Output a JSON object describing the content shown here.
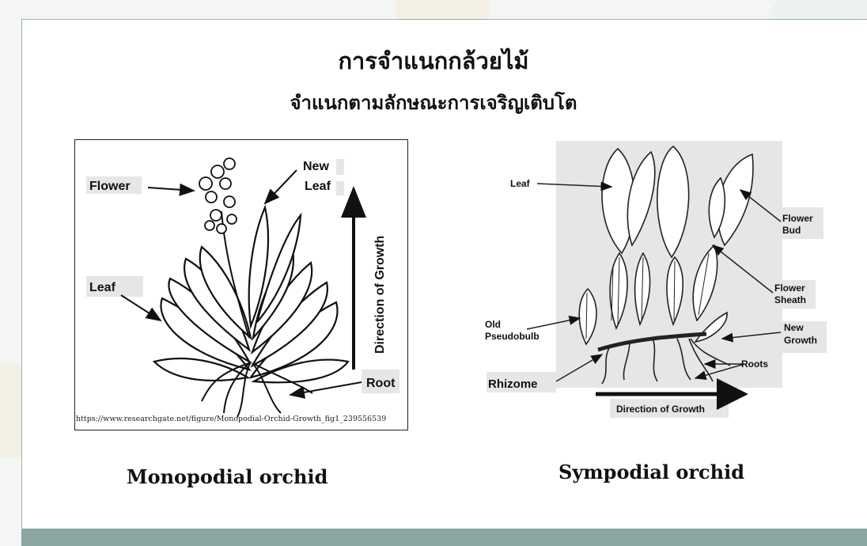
{
  "slide": {
    "title": "การจำแนกกล้วยไม้",
    "subtitle": "จำแนกตามลักษณะการเจริญเติบโต"
  },
  "monopodial": {
    "caption": "Monopodial orchid",
    "labels": {
      "flower": "Flower",
      "new": "New",
      "leaf_top": "Leaf",
      "leaf": "Leaf",
      "root": "Root",
      "direction": "Direction of Growth"
    },
    "source_url": "https://www.researchgate.net/figure/Monopodial-Orchid-Growth_fig1_239556539"
  },
  "sympodial": {
    "caption": "Sympodial orchid",
    "labels": {
      "leaf": "Leaf",
      "flower_bud_1": "Flower",
      "flower_bud_2": "Bud",
      "flower_sheath_1": "Flower",
      "flower_sheath_2": "Sheath",
      "old_pseudobulb_1": "Old",
      "old_pseudobulb_2": "Pseudobulb",
      "new_growth_1": "New",
      "new_growth_2": "Growth",
      "roots": "Roots",
      "rhizome": "Rhizome",
      "direction": "Direction of Growth"
    }
  },
  "colors": {
    "footer_bar": "#8aa7a1",
    "panel_shade": "#e6e6e4"
  }
}
